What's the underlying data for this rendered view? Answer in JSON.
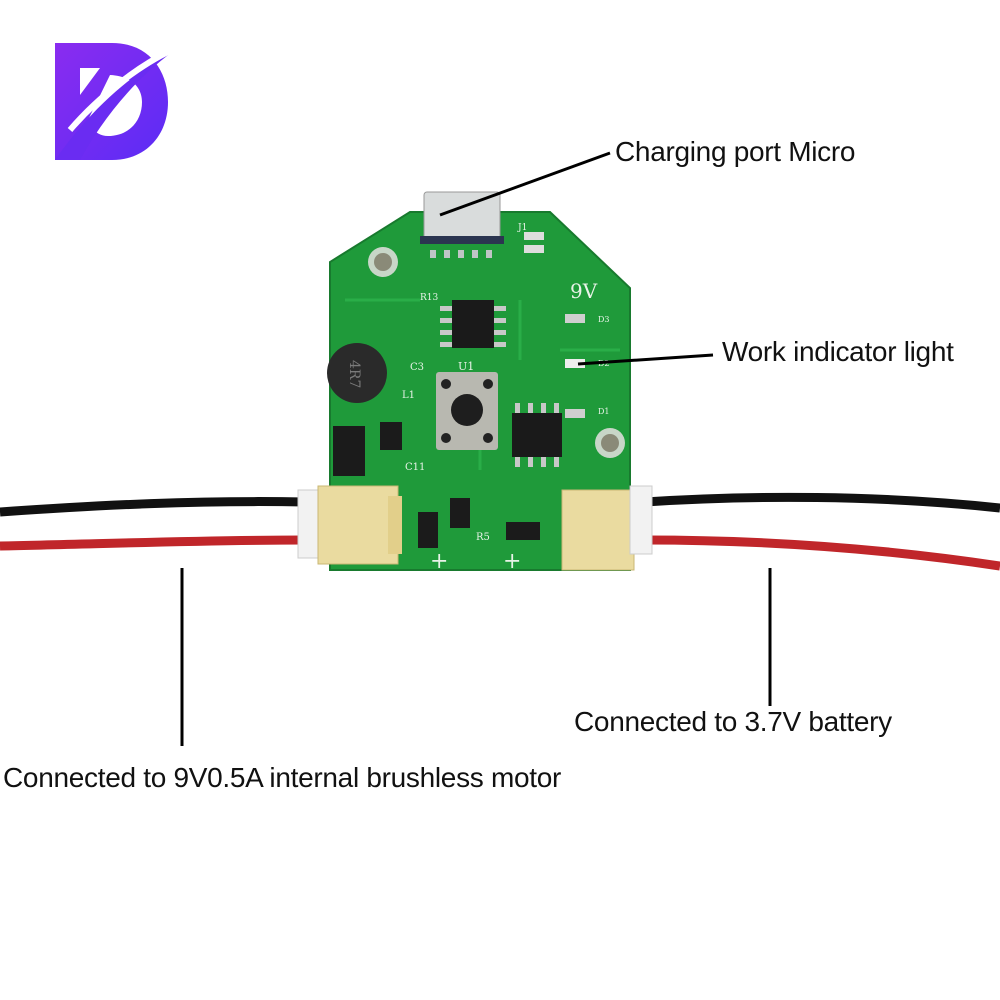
{
  "logo": {
    "letter": "D",
    "color": "#7a2cf0"
  },
  "annotations": {
    "charging_port": "Charging port Micro",
    "work_indicator": "Work indicator light",
    "motor_connection": "Connected to 9V0.5A internal brushless motor",
    "battery_connection": "Connected to 3.7V battery"
  },
  "board": {
    "pcb_color": "#1f9a3a",
    "silkscreen": {
      "voltage": "9V",
      "inductor": "4R7",
      "u1": "U1",
      "j1": "J1",
      "c11": "C11",
      "r5": "R5",
      "r13": "R13",
      "l1": "L1",
      "c3": "C3",
      "d1": "D1",
      "d2": "D2",
      "d3": "D3",
      "plus_left": "+",
      "plus_right": "+"
    }
  },
  "wires": {
    "black": "#111111",
    "red": "#c0262a"
  }
}
